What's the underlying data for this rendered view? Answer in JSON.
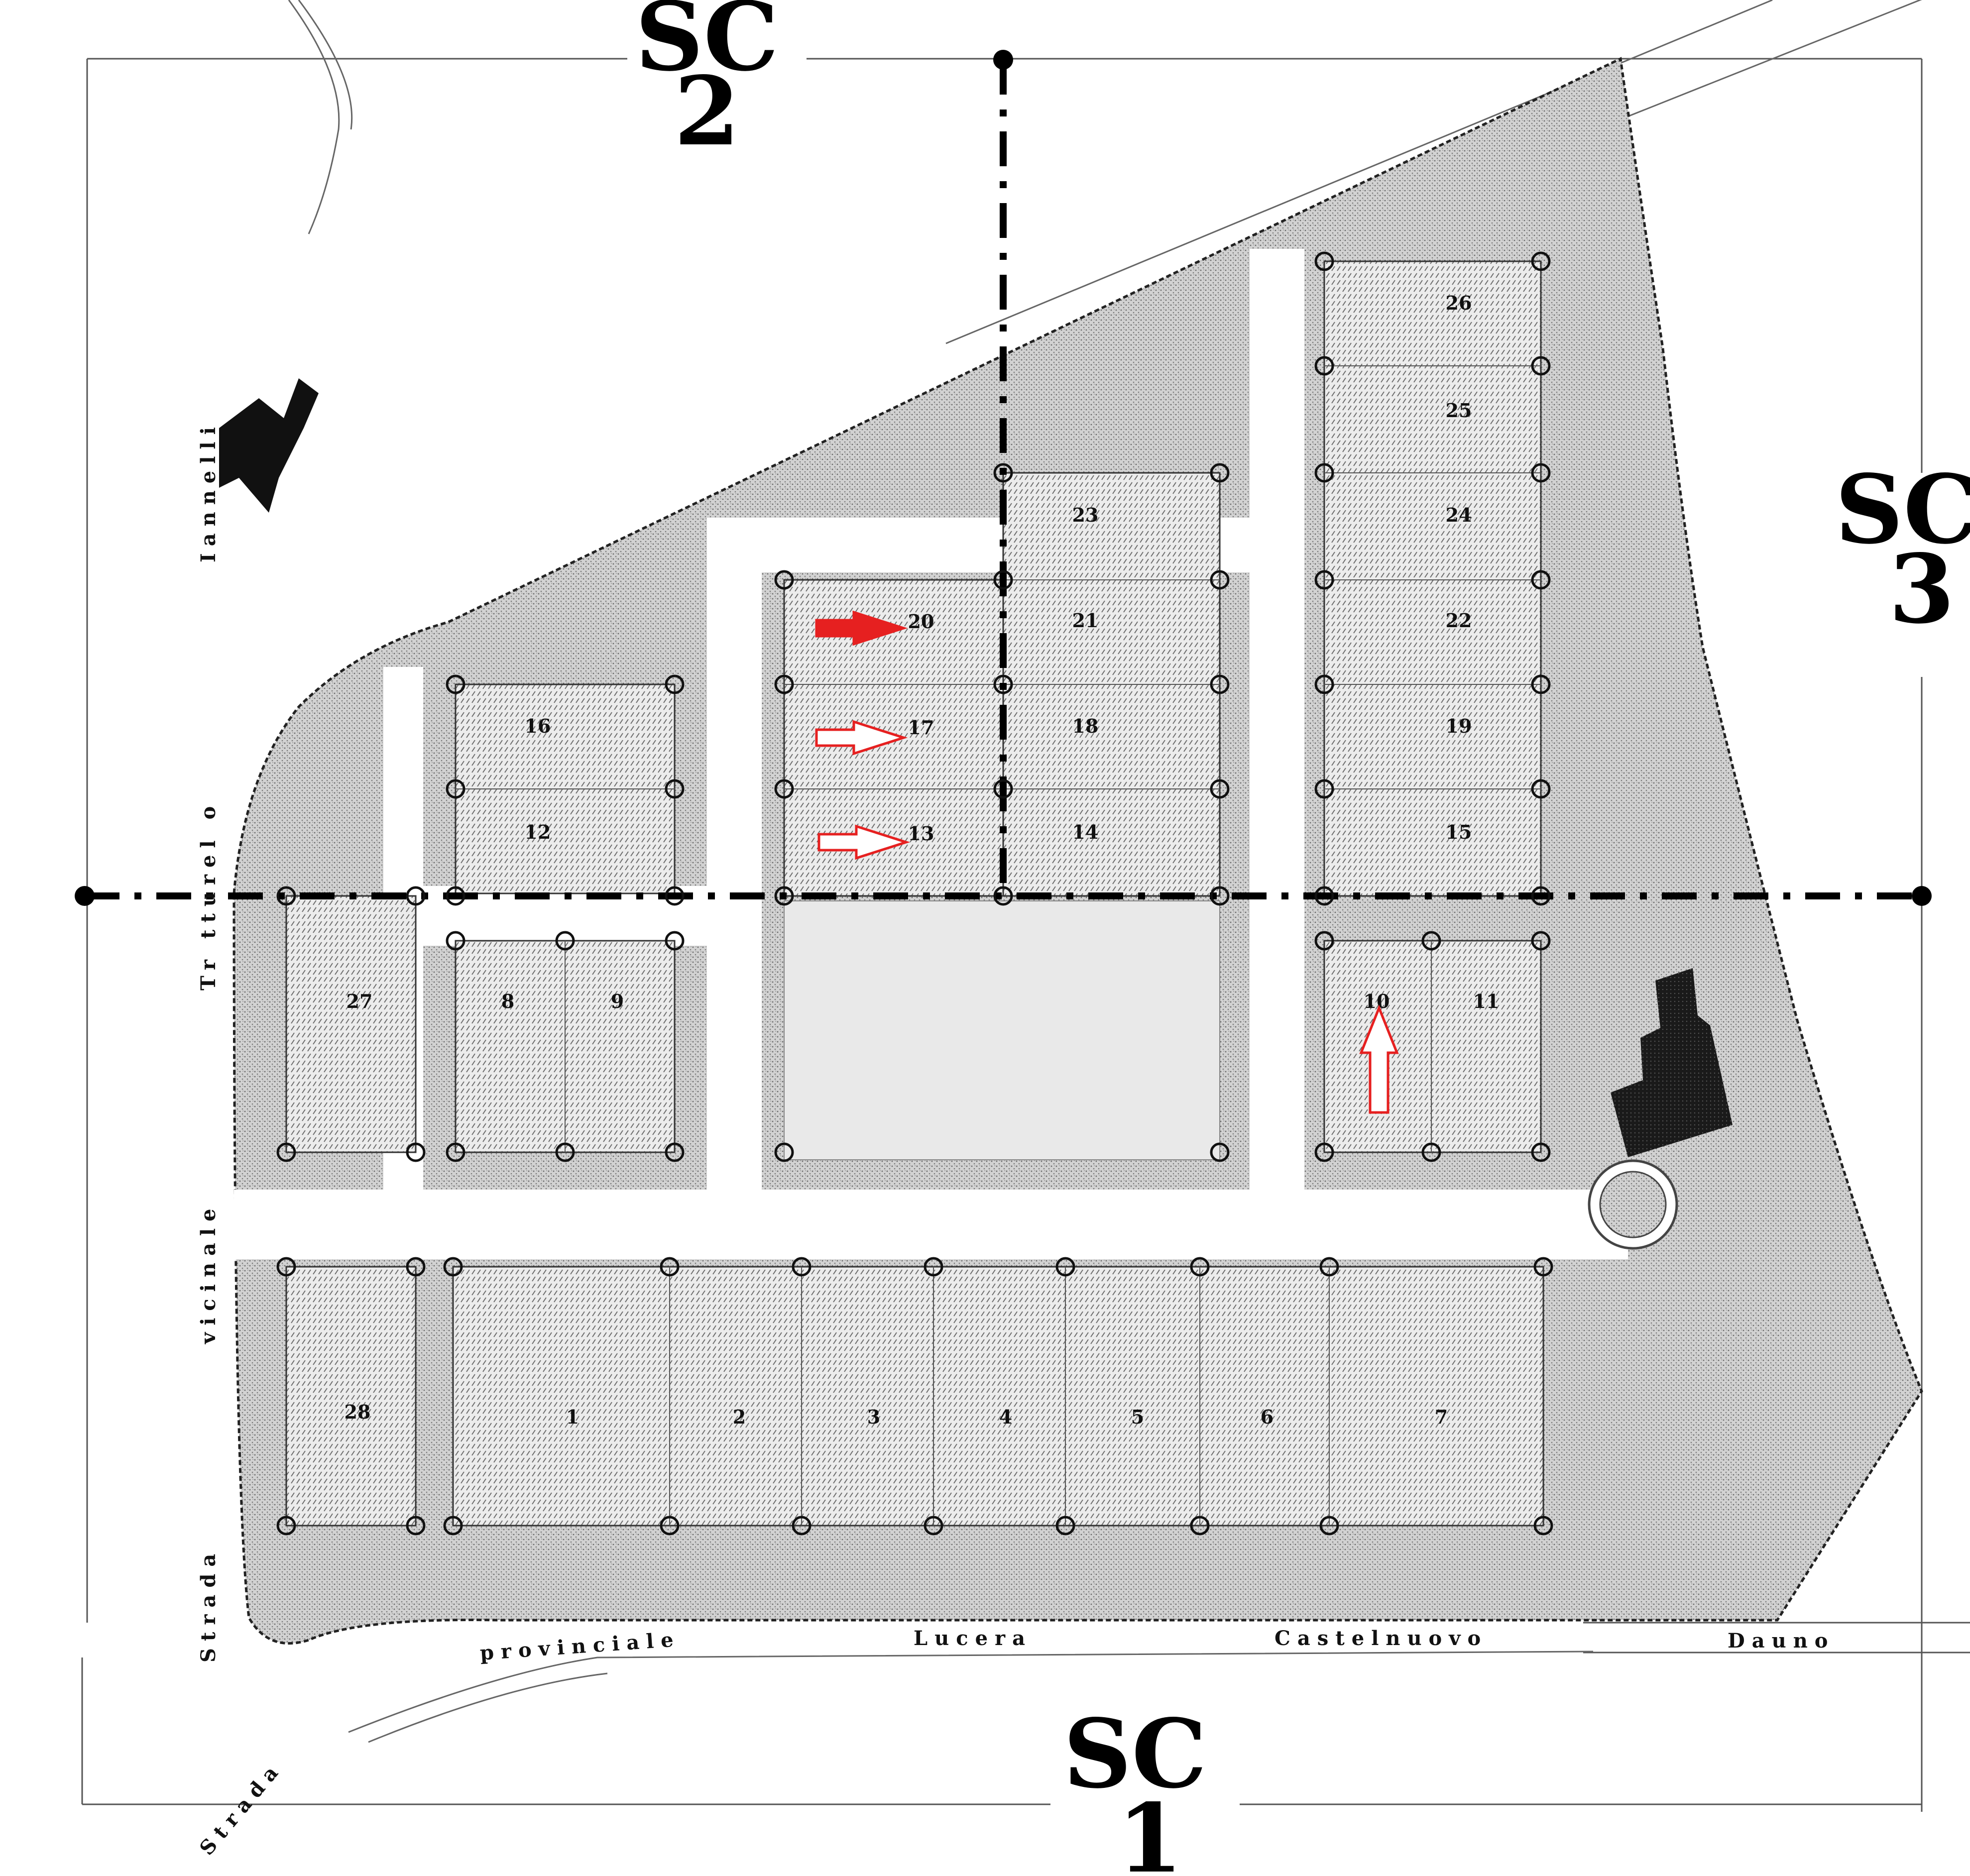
{
  "sheet_marks": {
    "sc1": [
      "SC",
      "1"
    ],
    "sc2": [
      "SC",
      "2"
    ],
    "sc3": [
      "SC",
      "3"
    ]
  },
  "road_labels": {
    "provinciale": "provinciale",
    "lucera": "Lucera",
    "castelnuovo": "Castelnuovo",
    "dauno": "Dauno",
    "strada_left": "Strada",
    "vicinale": "vicinale",
    "tratturello": "Tr tturel o",
    "iannelli": "Iannelli",
    "strada_bottom": "Strada"
  },
  "lots": [
    "1",
    "2",
    "3",
    "4",
    "5",
    "6",
    "7",
    "8",
    "9",
    "10",
    "11",
    "12",
    "13",
    "14",
    "15",
    "16",
    "17",
    "18",
    "19",
    "20",
    "21",
    "22",
    "23",
    "24",
    "25",
    "26",
    "27",
    "28"
  ],
  "markers": {
    "highlighted_lot": "20",
    "outlined_lots": [
      "17",
      "13",
      "10"
    ]
  },
  "colors": {
    "marker_red": "#e62020",
    "stipple_gray": "#cfcfcf",
    "building_black": "#111111"
  }
}
